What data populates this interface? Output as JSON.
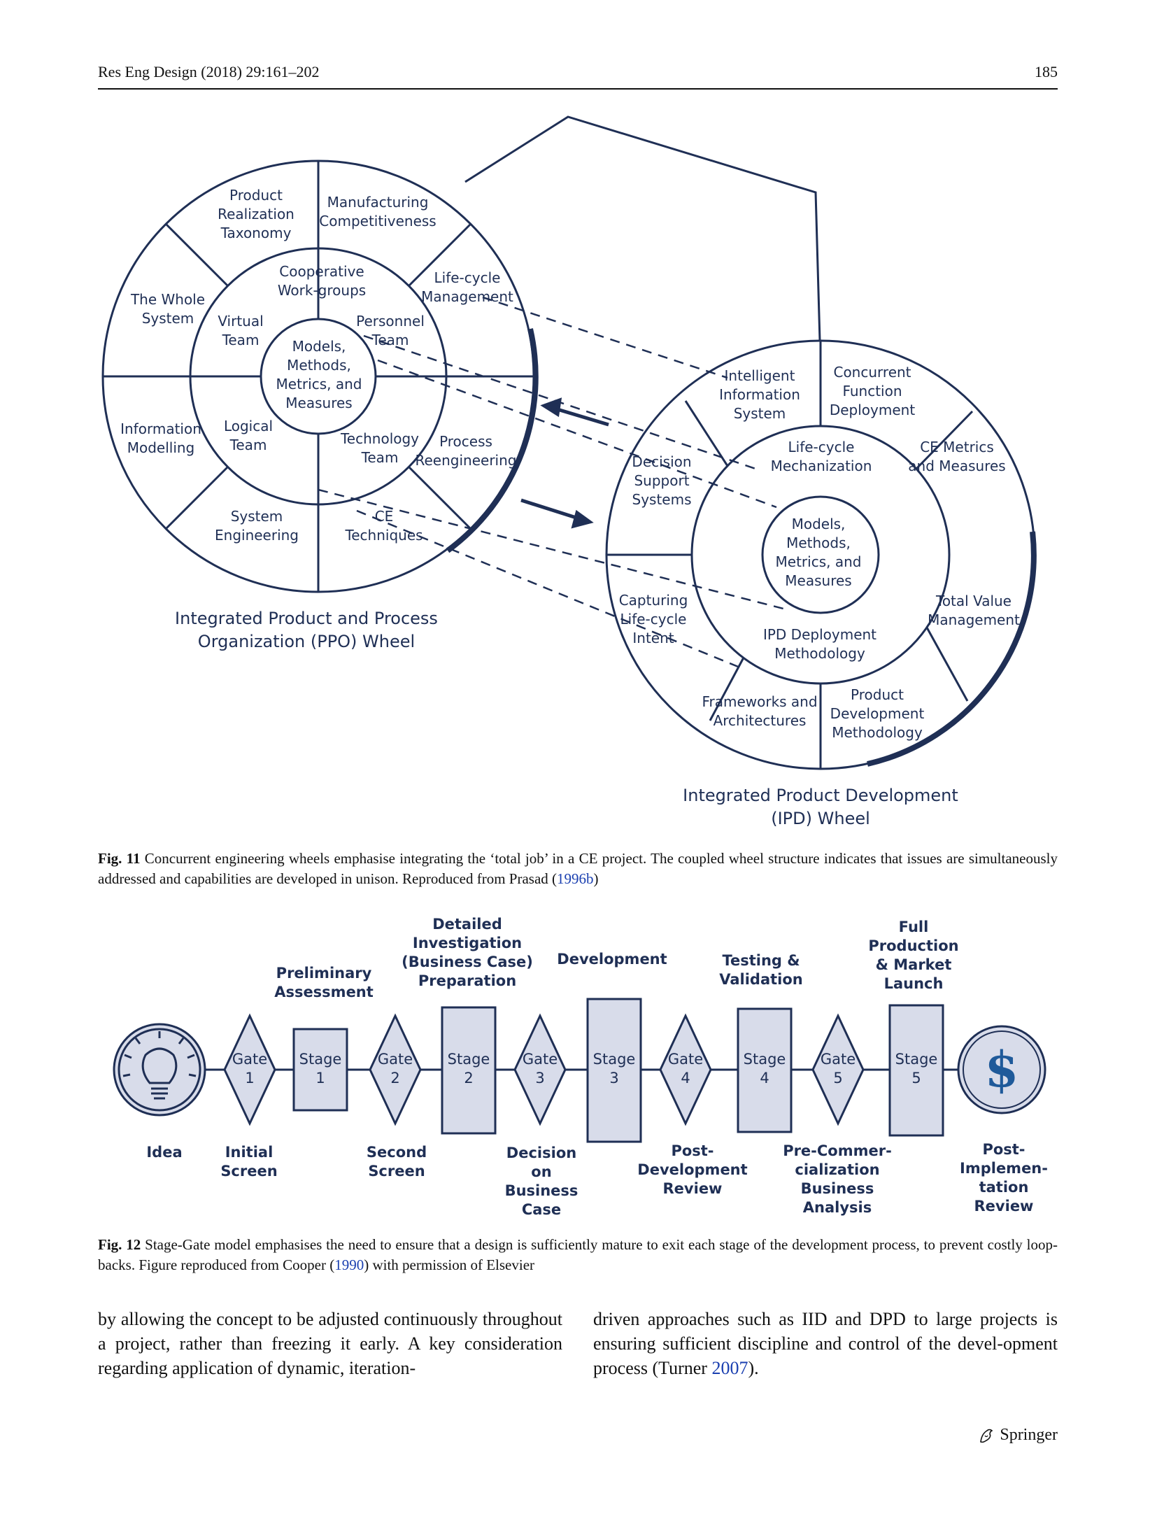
{
  "header": {
    "journal": "Res Eng Design (2018) 29:161–202",
    "page_number": "185"
  },
  "fig11": {
    "ppo_wheel": {
      "outer": [
        "Product Realization Taxonomy",
        "Manufacturing Competitiveness",
        "Life-cycle Management",
        "Process Reengineering",
        "CE Techniques",
        "System Engineering",
        "Information Modelling",
        "The Whole System"
      ],
      "inner": [
        "Cooperative Work-groups",
        "Personnel Team",
        "Technology Team",
        "Logical Team",
        "Virtual Team"
      ],
      "center": "Models, Methods, Metrics, and Measures",
      "title": "Integrated Product and Process Organization (PPO) Wheel"
    },
    "ipd_wheel": {
      "outer": [
        "Intelligent Information System",
        "Concurrent Function Deployment",
        "CE Metrics and Measures",
        "Total Value Management",
        "Product Development Methodology",
        "Frameworks and Architectures",
        "Capturing Life-cycle Intent",
        "Decision Support Systems"
      ],
      "inner": [
        "Life-cycle Mechanization",
        "IPD Deployment Methodology"
      ],
      "center": "Models, Methods, Metrics, and Measures",
      "title": "Integrated Product Development (IPD) Wheel"
    },
    "caption_label": "Fig. 11",
    "caption_text": "Concurrent engineering wheels emphasise integrating the ‘total job’ in a CE project. The coupled wheel structure indicates that issues are simultaneously addressed and capabilities are developed in unison.  Reproduced from Prasad (",
    "caption_cite": "1996b",
    "caption_end": ")"
  },
  "fig12": {
    "top_labels": [
      "Preliminary Assessment",
      "Detailed Investigation (Business Case) Preparation",
      "Development",
      "Testing & Validation",
      "Full Production & Market Launch"
    ],
    "nodes": [
      "Gate 1",
      "Stage 1",
      "Gate 2",
      "Stage 2",
      "Gate 3",
      "Stage 3",
      "Gate 4",
      "Stage 4",
      "Gate 5",
      "Stage 5"
    ],
    "bottom_labels": [
      "Idea",
      "Initial Screen",
      "Second Screen",
      "Decision on Business Case",
      "Post-Development Review",
      "Pre-Commercialization Business Analysis",
      "Post-Implementation Review"
    ],
    "dollar_icon": "$",
    "caption_label": "Fig. 12",
    "caption_text": "Stage-Gate model emphasises the need to ensure that a design is sufficiently mature to exit each stage of the development process, to prevent costly loop-backs.  Figure reproduced from Cooper (",
    "caption_cite": "1990",
    "caption_end": ") with permission of Elsevier"
  },
  "body": {
    "left": "by allowing the concept to be adjusted continuously throughout a project, rather than freezing it early. A key consideration regarding application of dynamic, iteration-",
    "right_a": "driven approaches such as IID and DPD to large projects is ensuring sufficient discipline and control of the devel-opment process (Turner ",
    "right_cite": "2007",
    "right_end": ")."
  },
  "footer": {
    "publisher": "Springer"
  },
  "colors": {
    "ink": "#1f2f55",
    "shade": "#d8dcea",
    "cite": "#1a3fb0"
  }
}
